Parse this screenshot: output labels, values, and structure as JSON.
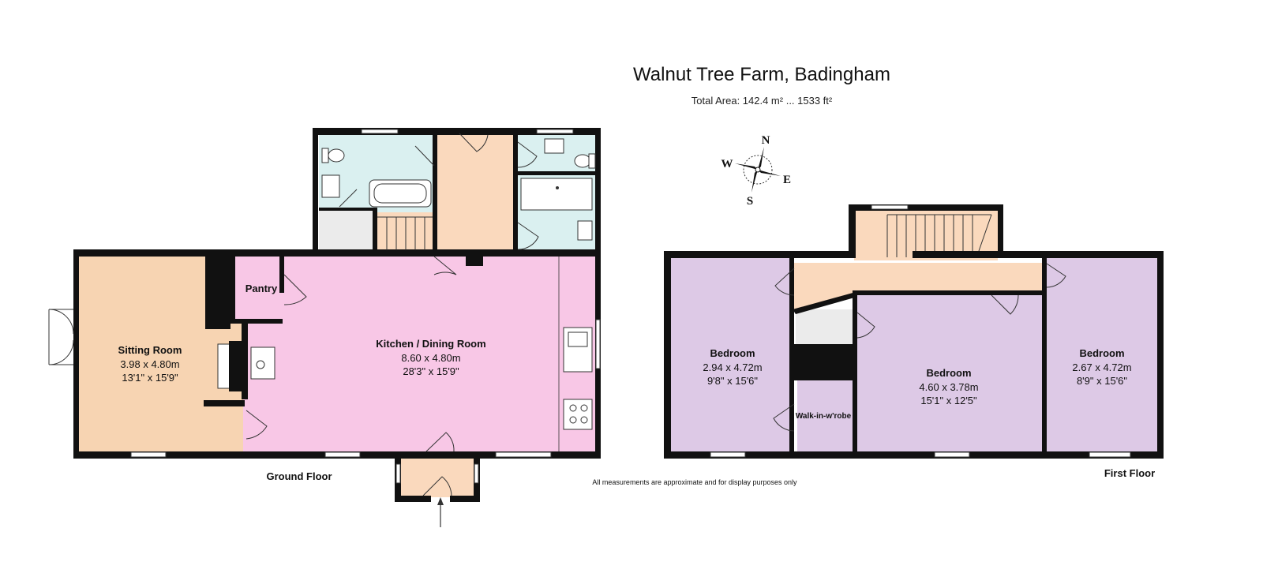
{
  "title": "Walnut Tree Farm, Badingham",
  "total_area": "Total Area: 142.4 m² ... 1533 ft²",
  "compass": {
    "n": "N",
    "s": "S",
    "e": "E",
    "w": "W"
  },
  "ground_floor": {
    "label": "Ground Floor",
    "rooms": {
      "sitting_room": {
        "name": "Sitting Room",
        "metric": "3.98 x 4.80m",
        "imperial": "13'1\" x 15'9\""
      },
      "pantry": {
        "name": "Pantry"
      },
      "kitchen": {
        "name": "Kitchen / Dining Room",
        "metric": "8.60 x 4.80m",
        "imperial": "28'3\" x 15'9\""
      }
    }
  },
  "first_floor": {
    "label": "First Floor",
    "rooms": {
      "bedroom_left": {
        "name": "Bedroom",
        "metric": "2.94 x 4.72m",
        "imperial": "9'8\" x 15'6\""
      },
      "bedroom_middle": {
        "name": "Bedroom",
        "metric": "4.60 x 3.78m",
        "imperial": "15'1\" x 12'5\""
      },
      "bedroom_right": {
        "name": "Bedroom",
        "metric": "2.67 x 4.72m",
        "imperial": "8'9\" x 15'6\""
      },
      "walk_in_wardrobe": {
        "name": "Walk-in-w'robe"
      }
    }
  },
  "disclaimer": "All measurements are approximate and for display purposes only",
  "colors": {
    "sitting_room": "#f7d4b2",
    "kitchen": "#f8c7e6",
    "hall": "#fad9bd",
    "bathroom": "#daf0f0",
    "store": "#ebebeb",
    "bedroom": "#ddc9e6",
    "wall": "#111111"
  }
}
